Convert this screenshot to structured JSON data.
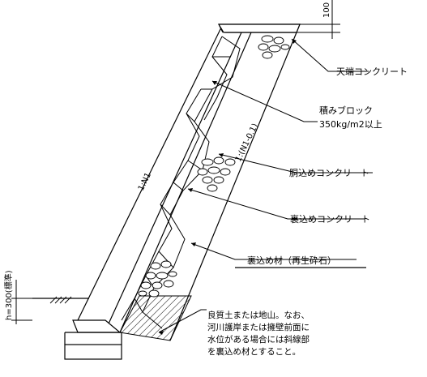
{
  "dimension_top": "100",
  "slope_front": "1:N1",
  "slope_back": "1:(N1-0.1)",
  "height_label": "h=300(標準)",
  "labels": {
    "crest": "天端コンクリート",
    "block_line1": "積みブロック",
    "block_line2": "350kg/m2以上",
    "filling": "胴込めコンクリート",
    "backing": "裏込めコンクリート",
    "backfill": "裏込め材（再生砕石）"
  },
  "note_lines": [
    "良質土または地山。なお、",
    "河川護岸または擁壁前面に",
    "水位がある場合には斜線部",
    "を裏込め材とすること。"
  ]
}
